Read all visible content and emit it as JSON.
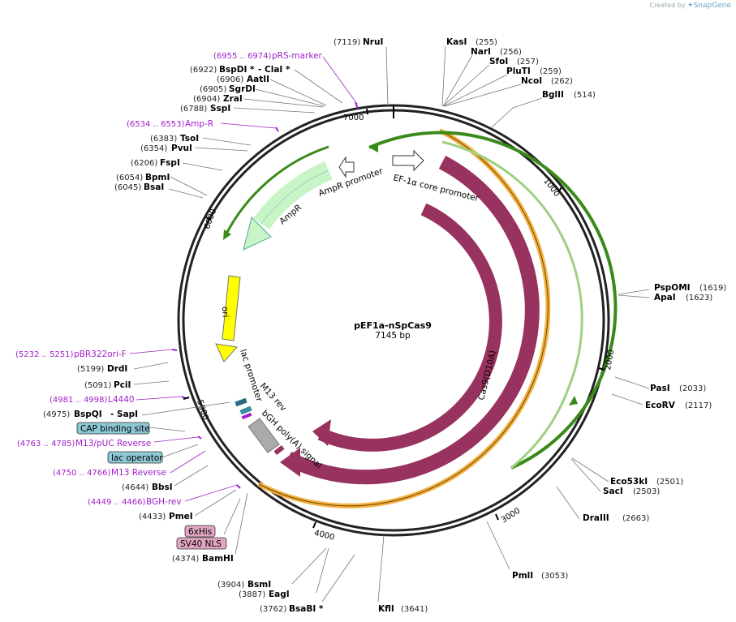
{
  "credit": {
    "prefix": "Created by",
    "brand": "SnapGene"
  },
  "plasmid": {
    "name": "pEF1a-nSpCas9",
    "size": "7145 bp"
  },
  "ticks": [
    "1000",
    "2000",
    "3000",
    "4000",
    "5000",
    "6000",
    "7000"
  ],
  "enzymes": [
    {
      "name": "NruI",
      "pos": "(7119)"
    },
    {
      "name": "KasI",
      "pos": "(255)"
    },
    {
      "name": "NarI",
      "pos": "(256)"
    },
    {
      "name": "SfoI",
      "pos": "(257)"
    },
    {
      "name": "PluTI",
      "pos": "(259)"
    },
    {
      "name": "NcoI",
      "pos": "(262)"
    },
    {
      "name": "BglII",
      "pos": "(514)"
    },
    {
      "name": "PspOMI",
      "pos": "(1619)"
    },
    {
      "name": "ApaI",
      "pos": "(1623)"
    },
    {
      "name": "PasI",
      "pos": "(2033)"
    },
    {
      "name": "EcoRV",
      "pos": "(2117)"
    },
    {
      "name": "Eco53kI",
      "pos": "(2501)"
    },
    {
      "name": "SacI",
      "pos": "(2503)"
    },
    {
      "name": "DraIII",
      "pos": "(2663)"
    },
    {
      "name": "PmlI",
      "pos": "(3053)"
    },
    {
      "name": "KflI",
      "pos": "(3641)"
    },
    {
      "name": "BsaBI *",
      "pos": "(3762)"
    },
    {
      "name": "EagI",
      "pos": "(3887)"
    },
    {
      "name": "BsmI",
      "pos": "(3904)"
    },
    {
      "name": "BamHI",
      "pos": "(4374)"
    },
    {
      "name": "PmeI",
      "pos": "(4433)"
    },
    {
      "name": "BbsI",
      "pos": "(4644)"
    },
    {
      "name": "BspQI",
      "pos": "(4975)",
      "extra": "- SapI"
    },
    {
      "name": "PciI",
      "pos": "(5091)"
    },
    {
      "name": "DrdI",
      "pos": "(5199)"
    },
    {
      "name": "BsaI",
      "pos": "(6045)"
    },
    {
      "name": "BpmI",
      "pos": "(6054)"
    },
    {
      "name": "FspI",
      "pos": "(6206)"
    },
    {
      "name": "PvuI",
      "pos": "(6354)"
    },
    {
      "name": "TsoI",
      "pos": "(6383)"
    },
    {
      "name": "SspI",
      "pos": "(6788)"
    },
    {
      "name": "ZraI",
      "pos": "(6904)"
    },
    {
      "name": "SgrDI",
      "pos": "(6905)"
    },
    {
      "name": "AatII",
      "pos": "(6906)"
    },
    {
      "name": "BspDI *",
      "pos": "(6922)",
      "extra": "- ClaI *"
    }
  ],
  "primers": [
    {
      "name": "pRS-marker",
      "range": "(6955 .. 6974)"
    },
    {
      "name": "Amp-R",
      "range": "(6534 .. 6553)"
    },
    {
      "name": "pBR322ori-F",
      "range": "(5232 .. 5251)"
    },
    {
      "name": "L4440",
      "range": "(4981 .. 4998)"
    },
    {
      "name": "M13/pUC Reverse",
      "range": "(4763 .. 4785)"
    },
    {
      "name": "M13 Reverse",
      "range": "(4750 .. 4766)"
    },
    {
      "name": "BGH-rev",
      "range": "(4449 .. 4466)"
    }
  ],
  "boxes": [
    {
      "name": "CAP binding site",
      "color": "#8ec9d6"
    },
    {
      "name": "lac operator",
      "color": "#8ec9d6"
    },
    {
      "name": "6xHis",
      "color": "#e3a6c2"
    },
    {
      "name": "SV40 NLS",
      "color": "#e3a6c2"
    }
  ],
  "features": {
    "efcore": "EF-1α core promoter",
    "amprprom": "AmpR promoter",
    "ampr": "AmpR",
    "ori": "ori",
    "lacprom": "lac promoter",
    "m13rev": "M13 rev",
    "bgh": "bGH poly(A) signal",
    "cas9d10a": "Cas9(D10A)",
    "cas9": "Cas9"
  },
  "colors": {
    "cas9": "#98325e",
    "ampr": "#c8f5c8",
    "ori": "#ffff00",
    "primer": "#a020c8",
    "orange": "#f5b041",
    "green": "#3a8a1a"
  }
}
